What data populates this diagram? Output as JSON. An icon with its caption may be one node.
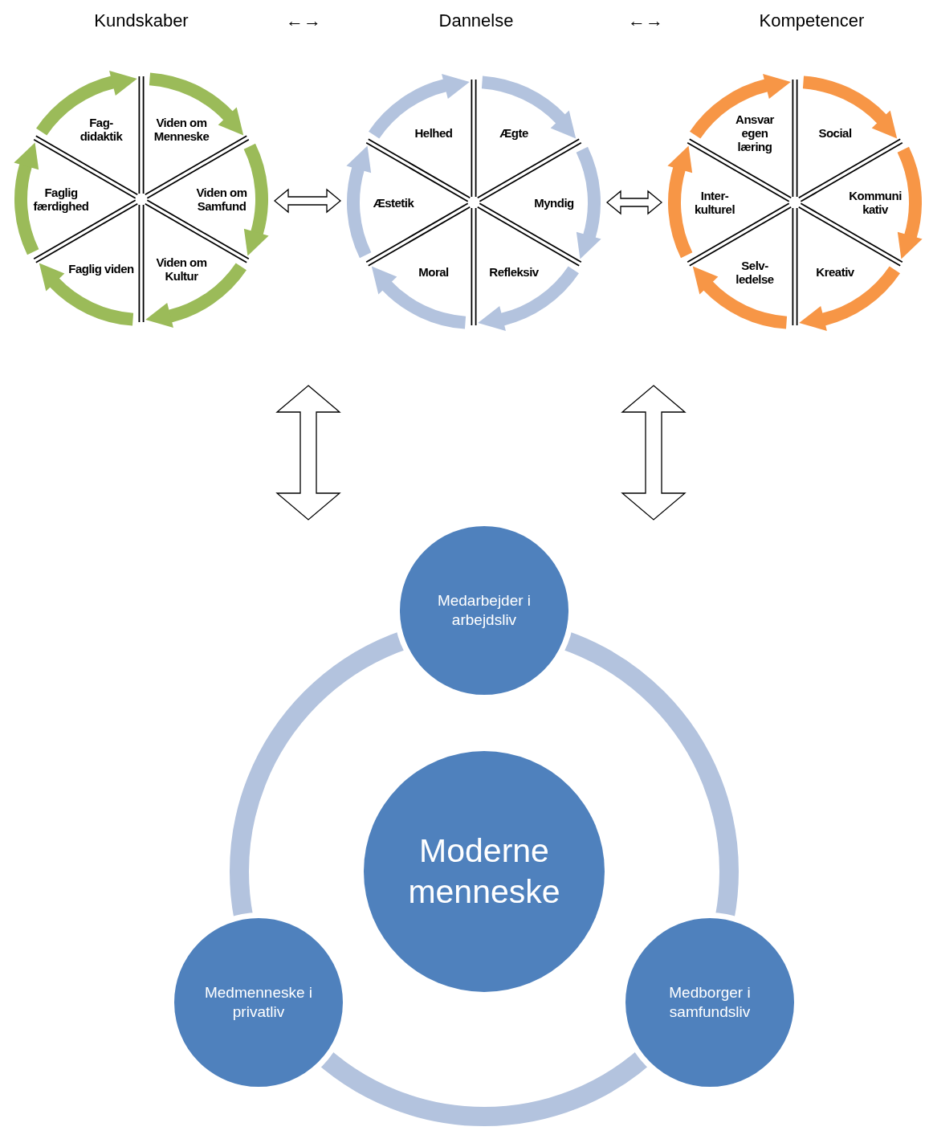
{
  "diagram": {
    "nodes": [
      {
        "text": [
          "Kundskaber"
        ]
      },
      {
        "text": [
          "Dannelse"
        ]
      },
      {
        "text": [
          "Kompetencer"
        ]
      },
      {
        "text": [],
        "shape": "circle"
      },
      {
        "text": [
          "Fag- didaktik"
        ],
        "in": 3
      },
      {
        "text": [
          "Viden om Menneske"
        ],
        "in": 3
      },
      {
        "text": [
          "Viden om Samfund"
        ],
        "in": 3
      },
      {
        "text": [
          "Viden om Kultur"
        ],
        "in": 3
      },
      {
        "text": [
          "Faglig viden"
        ],
        "in": 3
      },
      {
        "text": [
          "Faglig færdighed"
        ],
        "in": 3
      },
      {
        "text": [],
        "shape": "circle"
      },
      {
        "text": [
          "Helhed"
        ],
        "in": 10
      },
      {
        "text": [
          "Ægte"
        ],
        "in": 10
      },
      {
        "text": [
          "Myndig"
        ],
        "in": 10
      },
      {
        "text": [
          "Refleksiv"
        ],
        "in": 10
      },
      {
        "text": [
          "Moral"
        ],
        "in": 10
      },
      {
        "text": [
          "Æstetik"
        ],
        "in": 10
      },
      {
        "text": [],
        "shape": "circle"
      },
      {
        "text": [
          "Ansvar egen læring"
        ],
        "in": 17
      },
      {
        "text": [
          "Social"
        ],
        "in": 17
      },
      {
        "text": [
          "Kommuni kativ"
        ],
        "in": 17
      },
      {
        "text": [
          "Kreativ"
        ],
        "in": 17
      },
      {
        "text": [
          "Selv- ledelse"
        ],
        "in": 17
      },
      {
        "text": [
          "Inter- kulturel"
        ],
        "in": 17
      },
      {
        "text": [],
        "shape": "circle"
      },
      {
        "text": [
          "Medarbejder i arbejdsliv"
        ]
      },
      {
        "text": [
          "Moderne menneske"
        ],
        "in": 24
      },
      {
        "text": [
          "Medmenneske i privatliv"
        ]
      },
      {
        "text": [
          "Medborger i samfundsliv"
        ]
      }
    ],
    "edges": [
      {
        "from": 3,
        "to": 10,
        "arrow": "both",
        "style": "thick"
      },
      {
        "from": 10,
        "to": 17,
        "arrow": "both",
        "style": "thick"
      }
    ],
    "labels": [
      "←→",
      "←→"
    ]
  }
}
